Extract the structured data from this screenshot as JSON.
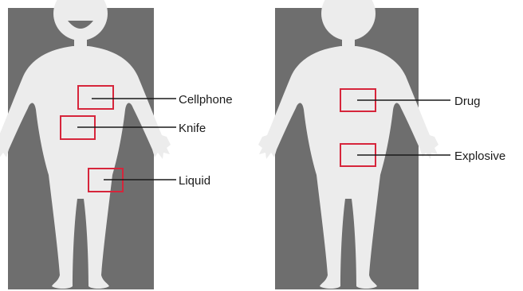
{
  "figure": {
    "panels": [
      {
        "face": "smiling",
        "callouts": [
          {
            "label": "Cellphone",
            "box_color": "#d6253b"
          },
          {
            "label": "Knife",
            "box_color": "#d6253b"
          },
          {
            "label": "Liquid",
            "box_color": "#d6253b"
          }
        ]
      },
      {
        "face": "blank",
        "callouts": [
          {
            "label": "Drug",
            "box_color": "#d6253b"
          },
          {
            "label": "Explosive",
            "box_color": "#d6253b"
          }
        ]
      }
    ],
    "colors": {
      "panel_background": "#6e6e6e",
      "body_silhouette": "#ececec",
      "mouth": "#6e6e6e",
      "leader_line": "#1a1a1a",
      "label_text": "#1a1a1a"
    }
  }
}
